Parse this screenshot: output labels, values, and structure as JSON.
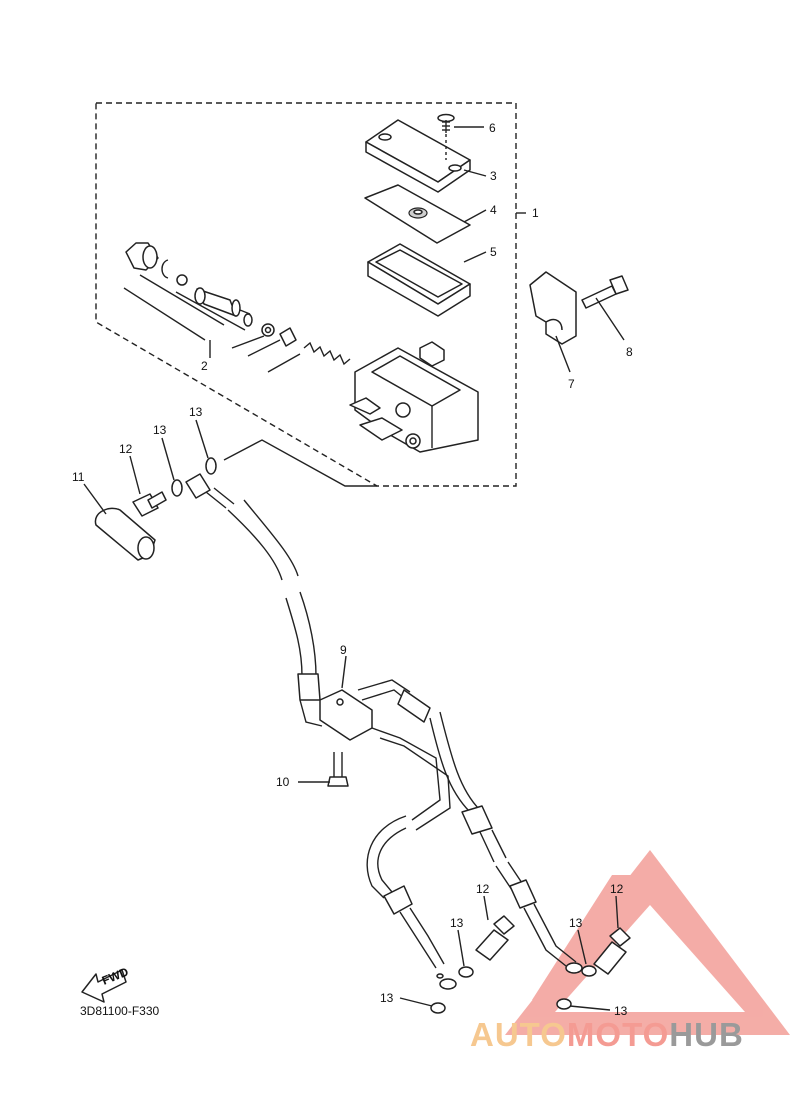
{
  "diagram": {
    "drawing_code": "3D81100-F330",
    "fwd_label": "FWD",
    "callouts": {
      "c1": "1",
      "c2": "2",
      "c3": "3",
      "c4": "4",
      "c5": "5",
      "c6": "6",
      "c7": "7",
      "c8": "8",
      "c9": "9",
      "c10": "10",
      "c11": "11",
      "c12a": "12",
      "c12b": "12",
      "c12c": "12",
      "c13a": "13",
      "c13b": "13",
      "c13c": "13",
      "c13d": "13",
      "c13e": "13",
      "c13f": "13"
    }
  },
  "watermark": {
    "text_part1": "AUTO",
    "text_part2": "MOTO",
    "text_part3": "HUB",
    "colors": {
      "auto": "#f6c890",
      "moto": "#f49b93",
      "hub": "#9a9a9a",
      "triangle": "#f08a82"
    }
  }
}
